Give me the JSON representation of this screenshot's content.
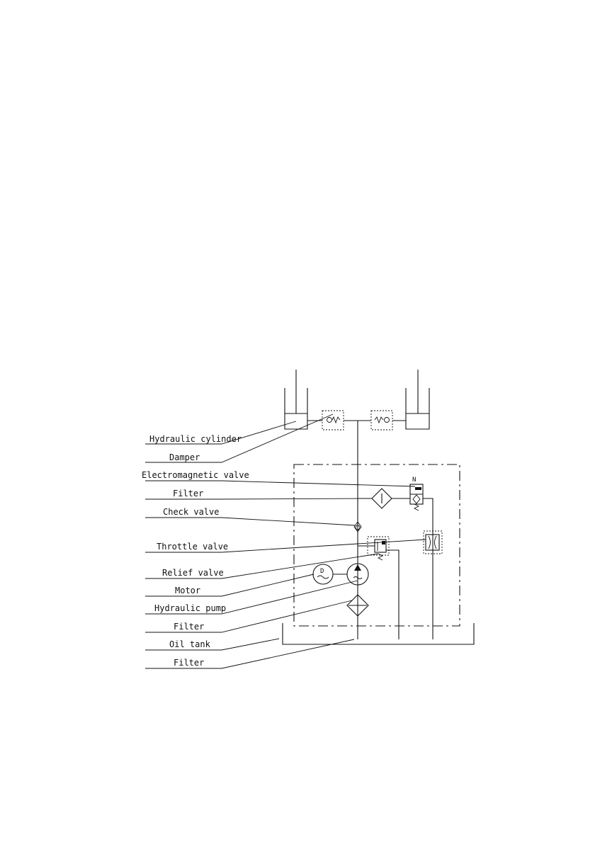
{
  "labels": {
    "hydraulic_cylinder": "Hydraulic cylinder",
    "damper": "Damper",
    "electromagnetic_valve": "Electromagnetic valve",
    "filter_1": "Filter",
    "check_valve": "Check valve",
    "throttle_valve": "Throttle valve",
    "relief_valve": "Relief valve",
    "motor": "Motor",
    "hydraulic_pump": "Hydraulic pump",
    "filter_2": "Filter",
    "oil_tank": "Oil tank",
    "filter_3": "Filter"
  },
  "motor_symbol": "D"
}
